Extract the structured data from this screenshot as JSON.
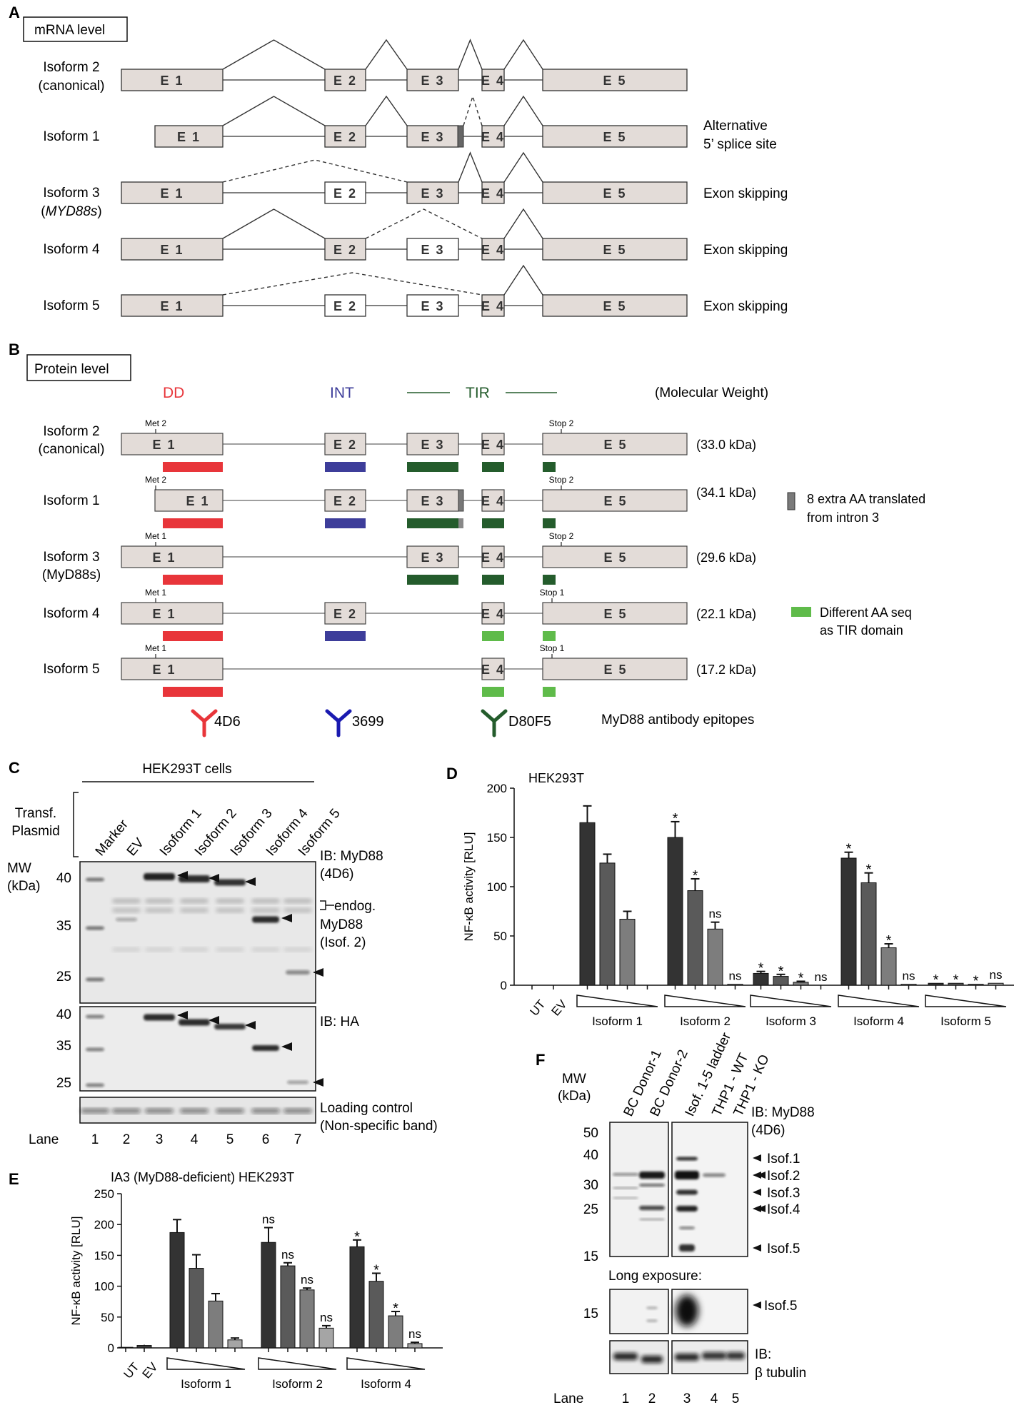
{
  "panelA": {
    "letter": "A",
    "label": "mRNA level",
    "exons": [
      "E 1",
      "E 2",
      "E 3",
      "E 4",
      "E 5"
    ],
    "isoforms": [
      {
        "name1": "Isoform 2",
        "name2": "(canonical)",
        "note1": "",
        "note2": ""
      },
      {
        "name1": "Isoform 1",
        "name2": "",
        "note1": "Alternative",
        "note2": "5’ splice site"
      },
      {
        "name1": "Isoform 3",
        "name2": "MYD88s",
        "note1": "Exon skipping",
        "note2": ""
      },
      {
        "name1": "Isoform 4",
        "name2": "",
        "note1": "Exon skipping",
        "note2": ""
      },
      {
        "name1": "Isoform 5",
        "name2": "",
        "note1": "Exon skipping",
        "note2": ""
      }
    ]
  },
  "panelB": {
    "letter": "B",
    "label": "Protein level",
    "dd": "DD",
    "int": "INT",
    "tir": "TIR",
    "mw_header": "(Molecular Weight)",
    "isoforms": [
      {
        "name1": "Isoform 2",
        "name2": "(canonical)",
        "met": "Met 2",
        "stop": "Stop 2",
        "mw": "(33.0 kDa)"
      },
      {
        "name1": "Isoform 1",
        "name2": "",
        "met": "Met 2",
        "stop": "Stop 2",
        "mw": "(34.1 kDa)"
      },
      {
        "name1": "Isoform 3",
        "name2": "(MyD88s)",
        "met": "Met 1",
        "stop": "Stop 2",
        "mw": "(29.6 kDa)"
      },
      {
        "name1": "Isoform 4",
        "name2": "",
        "met": "Met 1",
        "stop": "Stop 1",
        "mw": "(22.1 kDa)"
      },
      {
        "name1": "Isoform 5",
        "name2": "",
        "met": "Met 1",
        "stop": "Stop 1",
        "mw": "(17.2 kDa)"
      }
    ],
    "legend_intron1": "8 extra AA translated",
    "legend_intron2": "from intron 3",
    "legend_diff1": "Different AA seq",
    "legend_diff2": "as TIR domain",
    "antibodies": [
      "4D6",
      "3699",
      "D80F5"
    ],
    "antibody_caption": "MyD88 antibody epitopes",
    "colors": {
      "dd": "#e8353a",
      "int": "#3d3d9a",
      "tir": "#245c2c",
      "tir_alt": "#5fbb4a",
      "exon": "#e3dcd8"
    }
  },
  "panelC": {
    "letter": "C",
    "cells": "HEK293T cells",
    "transf1": "Transf.",
    "transf2": "Plasmid",
    "lanes": [
      "Marker",
      "EV",
      "Isoform 1",
      "Isoform 2",
      "Isoform 3",
      "Isoform 4",
      "Isoform 5"
    ],
    "mw1": "MW",
    "mw2": "(kDa)",
    "ib_top1": "IB: MyD88",
    "ib_top2": "(4D6)",
    "endog1": "endog.",
    "endog2": "MyD88",
    "endog3": "(Isof. 2)",
    "markers_top": [
      "40",
      "35",
      "25"
    ],
    "ib_mid": "IB: HA",
    "markers_mid": [
      "40",
      "35",
      "25"
    ],
    "loading1": "Loading control",
    "loading2": "(Non-specific band)",
    "lane_label": "Lane",
    "lane_numbers": [
      "1",
      "2",
      "3",
      "4",
      "5",
      "6",
      "7"
    ]
  },
  "panelD": {
    "letter": "D",
    "chart_data": {
      "type": "bar",
      "title": "HEK293T",
      "ylabel": "NF-κB activity [RLU]",
      "ylim": [
        0,
        200
      ],
      "yticks": [
        0,
        50,
        100,
        150,
        200
      ],
      "controls": [
        "UT",
        "EV"
      ],
      "groups": [
        "Isoform 1",
        "Isoform 2",
        "Isoform 3",
        "Isoform 4",
        "Isoform 5"
      ],
      "values": [
        [
          165,
          124,
          67,
          0
        ],
        [
          150,
          96,
          57,
          1
        ],
        [
          12,
          9,
          3,
          0
        ],
        [
          129,
          104,
          38,
          1
        ],
        [
          2,
          2,
          1,
          2
        ]
      ],
      "errors": [
        [
          17,
          9,
          8,
          0
        ],
        [
          16,
          12,
          7,
          0
        ],
        [
          2,
          2,
          1,
          0
        ],
        [
          6,
          10,
          4,
          0
        ],
        [
          0,
          0,
          0,
          0
        ]
      ],
      "control_values": [
        0,
        0
      ],
      "significance": [
        [
          "",
          "",
          "",
          ""
        ],
        [
          "*",
          "*",
          "ns",
          "ns"
        ],
        [
          "*",
          "*",
          "*",
          "ns"
        ],
        [
          "*",
          "*",
          "*",
          "ns"
        ],
        [
          "*",
          "*",
          "*",
          "ns"
        ]
      ]
    }
  },
  "panelE": {
    "letter": "E",
    "chart_data": {
      "type": "bar",
      "title": "IA3 (MyD88-deficient) HEK293T",
      "ylabel": "NF-κB activity [RLU]",
      "ylim": [
        0,
        250
      ],
      "yticks": [
        0,
        50,
        100,
        150,
        200,
        250
      ],
      "controls": [
        "UT",
        "EV"
      ],
      "groups": [
        "Isoform 1",
        "Isoform 2",
        "Isoform 4"
      ],
      "values": [
        [
          187,
          129,
          76,
          13
        ],
        [
          171,
          133,
          94,
          32
        ],
        [
          164,
          108,
          52,
          7
        ]
      ],
      "errors": [
        [
          21,
          22,
          12,
          3
        ],
        [
          24,
          5,
          3,
          4
        ],
        [
          11,
          13,
          7,
          2
        ]
      ],
      "control_values": [
        1,
        4
      ],
      "control_errors": [
        0,
        1
      ],
      "significance": [
        [
          "",
          "",
          "",
          ""
        ],
        [
          "ns",
          "ns",
          "ns",
          "ns"
        ],
        [
          "*",
          "*",
          "*",
          "ns"
        ]
      ]
    }
  },
  "panelF": {
    "letter": "F",
    "mw1": "MW",
    "mw2": "(kDa)",
    "lanes": [
      "BC Donor-1",
      "BC Donor-2",
      "Isof. 1-5 ladder",
      "THP1 - WT",
      "THP1 - KO"
    ],
    "ib1": "IB: MyD88",
    "ib2": "(4D6)",
    "markers": [
      "50",
      "40",
      "30",
      "25",
      "15"
    ],
    "isof_labels": [
      "Isof.1",
      "Isof.2",
      "Isof.3",
      "Isof.4",
      "Isof.5"
    ],
    "long_exposure": "Long exposure:",
    "long_marker": "15",
    "long_isof": "Isof.5",
    "ib_tub1": "IB:",
    "ib_tub2": "β tubulin",
    "lane_label": "Lane",
    "lane_numbers": [
      "1",
      "2",
      "3",
      "4",
      "5"
    ]
  }
}
